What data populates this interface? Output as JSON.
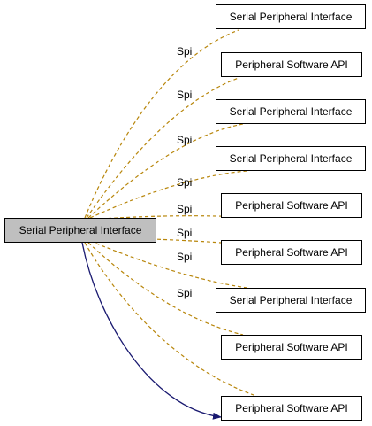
{
  "main_node": {
    "label": "Serial Peripheral Interface"
  },
  "edge_label": "Spi",
  "nodes": [
    {
      "label": "Serial Peripheral Interface"
    },
    {
      "label": "Peripheral Software API"
    },
    {
      "label": "Serial Peripheral Interface"
    },
    {
      "label": "Serial Peripheral Interface"
    },
    {
      "label": "Peripheral Software API"
    },
    {
      "label": "Peripheral Software API"
    },
    {
      "label": "Serial Peripheral Interface"
    },
    {
      "label": "Peripheral Software API"
    },
    {
      "label": "Peripheral Software API"
    }
  ],
  "edges": [
    {
      "to": 0,
      "label": "Spi"
    },
    {
      "to": 1,
      "label": "Spi"
    },
    {
      "to": 2,
      "label": "Spi"
    },
    {
      "to": 3,
      "label": "Spi"
    },
    {
      "to": 4,
      "label": "Spi"
    },
    {
      "to": 5,
      "label": "Spi"
    },
    {
      "to": 6,
      "label": "Spi"
    },
    {
      "to": 7,
      "label": "Spi"
    },
    {
      "to": 8,
      "label": ""
    }
  ],
  "colors": {
    "dashed_edge": "#b8860b",
    "solid_edge": "#191970",
    "main_fill": "#bfbfbf"
  }
}
